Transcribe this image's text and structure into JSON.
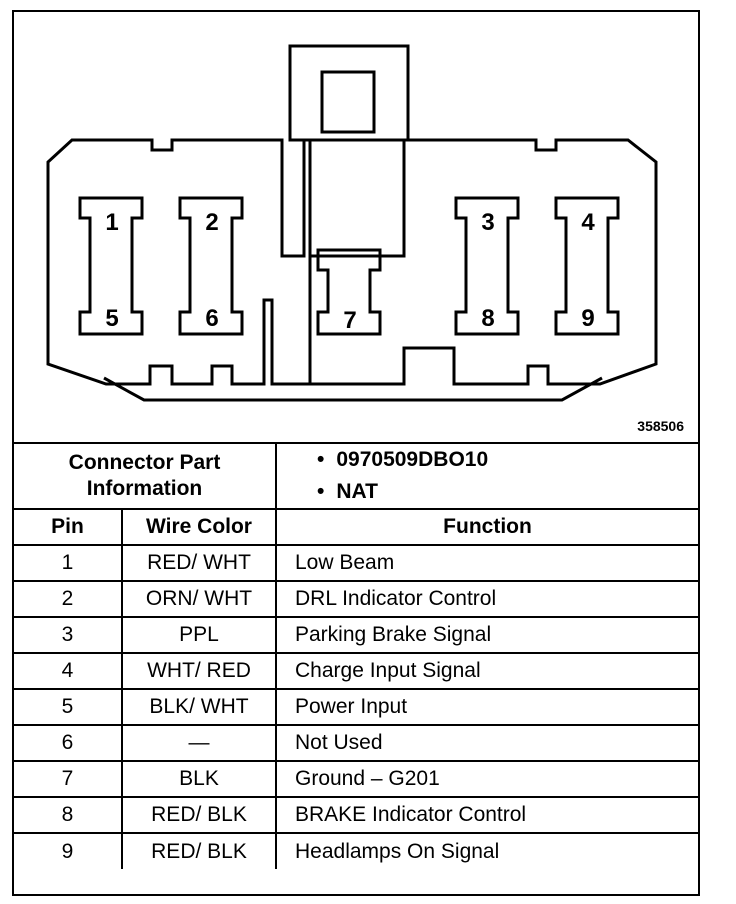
{
  "figure_id": "358506",
  "connector_pins": [
    "1",
    "2",
    "3",
    "4",
    "5",
    "6",
    "7",
    "8",
    "9"
  ],
  "part_info": {
    "label": "Connector Part Information",
    "label_line1": "Connector Part",
    "label_line2": "Information",
    "items": [
      "0970509DBO10",
      "NAT"
    ]
  },
  "table": {
    "headers": [
      "Pin",
      "Wire Color",
      "Function"
    ],
    "rows": [
      {
        "pin": "1",
        "color": "RED/ WHT",
        "function": "Low Beam"
      },
      {
        "pin": "2",
        "color": "ORN/ WHT",
        "function": "DRL Indicator Control"
      },
      {
        "pin": "3",
        "color": "PPL",
        "function": "Parking Brake Signal"
      },
      {
        "pin": "4",
        "color": "WHT/ RED",
        "function": "Charge Input Signal"
      },
      {
        "pin": "5",
        "color": "BLK/ WHT",
        "function": "Power Input"
      },
      {
        "pin": "6",
        "color": "—",
        "function": "Not Used"
      },
      {
        "pin": "7",
        "color": "BLK",
        "function": "Ground – G201"
      },
      {
        "pin": "8",
        "color": "RED/ BLK",
        "function": "BRAKE Indicator Control"
      },
      {
        "pin": "9",
        "color": "RED/ BLK",
        "function": "Headlamps On Signal"
      }
    ]
  }
}
